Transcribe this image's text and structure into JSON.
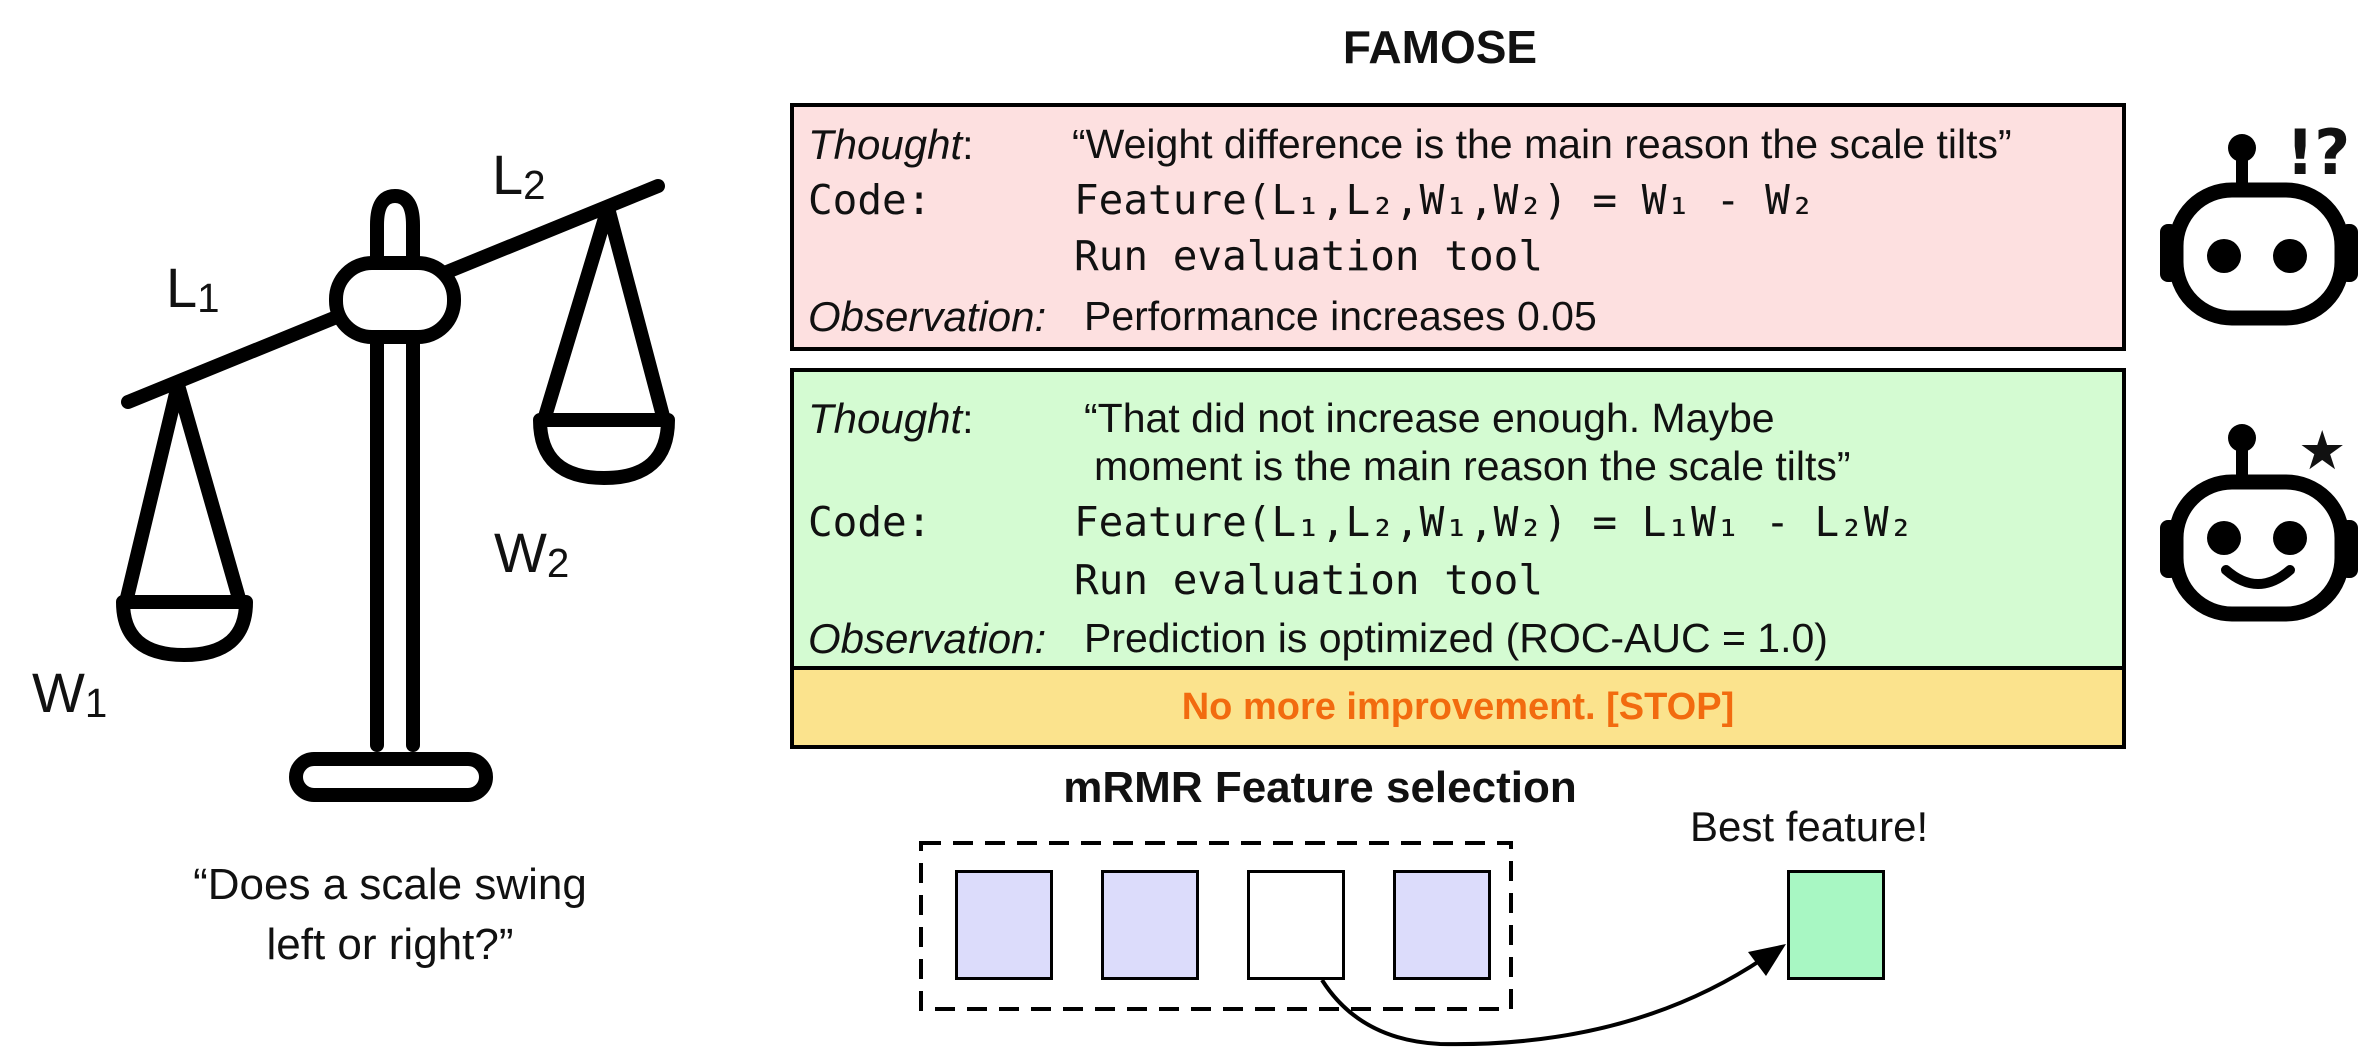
{
  "title": "FAMOSE",
  "scale": {
    "l1": "L",
    "l1_sub": "1",
    "l2": "L",
    "l2_sub": "2",
    "w1": "W",
    "w1_sub": "1",
    "w2": "W",
    "w2_sub": "2",
    "question_line1": "“Does a scale swing",
    "question_line2": "left or right?”"
  },
  "step1": {
    "thought_label": "Thought",
    "thought_colon": ":",
    "thought": "“Weight difference is the main reason the scale tilts”",
    "code_label": "Code:",
    "code_line1": "Feature(L₁,L₂,W₁,W₂) = W₁ - W₂",
    "code_line2": "Run evaluation tool",
    "observation_label": "Observation:",
    "observation": "Performance increases 0.05",
    "robot_mark": "!?"
  },
  "step2": {
    "thought_label": "Thought",
    "thought_colon": ":",
    "thought_line1": "“That did not increase enough. Maybe",
    "thought_line2": "moment is the main reason the scale tilts”",
    "code_label": "Code:",
    "code_line1": "Feature(L₁,L₂,W₁,W₂) = L₁W₁ - L₂W₂",
    "code_line2": "Run evaluation tool",
    "observation_label": "Observation:",
    "observation": "Prediction is optimized (ROC-AUC = 1.0)",
    "robot_mark": "★"
  },
  "stop_text": "No more improvement. [STOP]",
  "mrmr": {
    "title": "mRMR Feature selection",
    "best_label": "Best feature!",
    "colors": {
      "candidate": "#dcdcfb",
      "selected": "#ffffff",
      "best": "#a8f7c3"
    }
  }
}
